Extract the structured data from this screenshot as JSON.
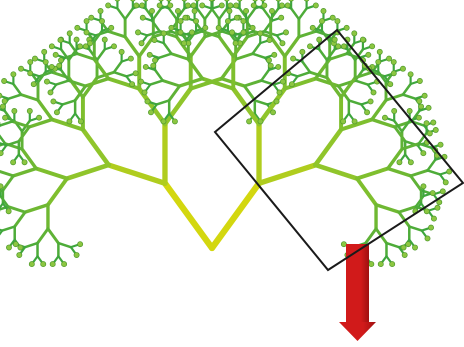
{
  "diagram": {
    "kind": "binary-fractal-tree",
    "branch_levels": 8,
    "branch_angle_deg": 36,
    "length_ratio": 0.74,
    "twig_width_ratio": 0.86,
    "colors": {
      "background": "#ffffff",
      "trunk_base": "#e08a2a",
      "trunk_top": "#f2c020",
      "fork": "#f7e000",
      "mid_branch": "#93c62a",
      "outer_branch": "#3ea63d",
      "leaf_dot": "#8cc641",
      "leaf_dot_outline": "#4f9a2d",
      "selection_frame": "#1a1a1a",
      "arrow": "#d11a1a",
      "arrow_shade": "#9e1010"
    },
    "leaf_shape": "circle",
    "selection_frame_shape": "square rotated about 36 degrees, over the right part of the crown",
    "arrow_direction": "down"
  }
}
